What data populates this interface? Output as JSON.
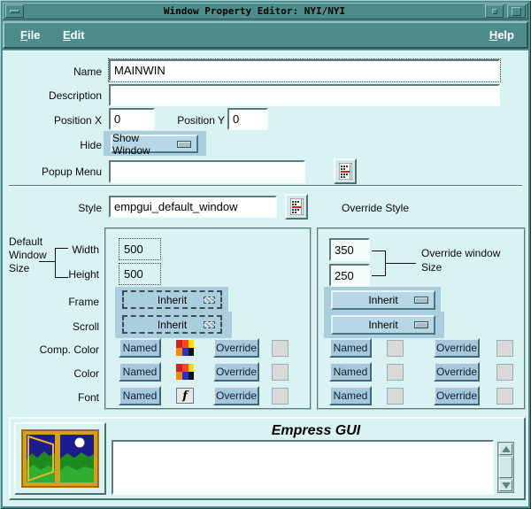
{
  "window": {
    "title": "Window Property Editor: NYI/NYI"
  },
  "menubar": {
    "file": {
      "initial": "F",
      "rest": "ile"
    },
    "edit": {
      "initial": "E",
      "rest": "dit"
    },
    "help": {
      "initial": "H",
      "rest": "elp"
    }
  },
  "form": {
    "name_label": "Name",
    "name_value": "MAINWIN",
    "description_label": "Description",
    "description_value": "",
    "position_x_label": "Position X",
    "position_x_value": "0",
    "position_y_label": "Position Y",
    "position_y_value": "0",
    "hide_label": "Hide",
    "hide_value": "Show Window",
    "popup_menu_label": "Popup Menu",
    "popup_menu_value": "",
    "style_label": "Style",
    "style_value": "empgui_default_window",
    "override_style_label": "Override Style"
  },
  "default_panel": {
    "annotation": {
      "line1": "Default",
      "line2": "Window",
      "line3": "Size"
    },
    "width_label": "Width",
    "width_value": "500",
    "height_label": "Height",
    "height_value": "500",
    "frame_label": "Frame",
    "frame_value": "Inherit",
    "scroll_label": "Scroll",
    "scroll_value": "Inherit",
    "comp_color_label": "Comp. Color",
    "color_label": "Color",
    "font_label": "Font",
    "named_label": "Named",
    "override_label": "Override",
    "font_icon_glyph": "f"
  },
  "override_panel": {
    "annotation": {
      "line1": "Override window",
      "line2": "Size"
    },
    "width_value": "350",
    "height_value": "250",
    "frame_value": "Inherit",
    "scroll_value": "Inherit",
    "named_label": "Named",
    "override_label": "Override"
  },
  "footer": {
    "title": "Empress GUI",
    "text_value": ""
  },
  "colors": {
    "titlebar": "#4e8c8c",
    "client_bg": "#d9f2f2",
    "option_highlight": "#a9cede",
    "button_face": "#a6c8da",
    "input_bg": "#ffffff",
    "accent_red": "#cc2222",
    "scene_sky": "#1c1c8e",
    "scene_hill": "#2fae2f",
    "scene_frame_gold": "#d99f1b"
  }
}
